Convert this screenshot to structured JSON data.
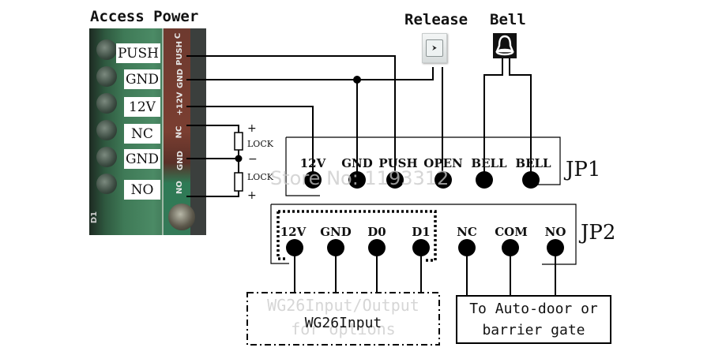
{
  "titles": {
    "access_power": "Access Power",
    "release": "Release",
    "bell": "Bell"
  },
  "access_power_terminals": [
    {
      "label": "PUSH",
      "strip": "PUSH"
    },
    {
      "label": "GND",
      "strip": "GND"
    },
    {
      "label": "12V",
      "strip": "+12V"
    },
    {
      "label": "NC",
      "strip": "NC"
    },
    {
      "label": "GND",
      "strip": "GND"
    },
    {
      "label": "NO",
      "strip": "NO"
    }
  ],
  "board_marks": {
    "top_strip": "C",
    "bottom_left": "D1"
  },
  "lock": {
    "upper_label": "LOCK",
    "lower_label": "LOCK",
    "plus": "+",
    "minus": "−"
  },
  "jp1": {
    "name": "JP1",
    "pins": [
      "12V",
      "GND",
      "PUSH",
      "OPEN",
      "BELL",
      "BELL"
    ]
  },
  "jp2": {
    "name": "JP2",
    "pins": [
      "12V",
      "GND",
      "D0",
      "D1",
      "NC",
      "COM",
      "NO"
    ]
  },
  "wg26_box": {
    "label": "WG26Input",
    "ghost_line1": "WG26Input/Output",
    "ghost_line2": "for options"
  },
  "auto_door_box": {
    "line1": "To Auto-door or",
    "line2": "barrier gate"
  },
  "watermark": "Store No: 1193312",
  "icons": {
    "release": "exit-button-icon",
    "bell": "bell-icon"
  }
}
